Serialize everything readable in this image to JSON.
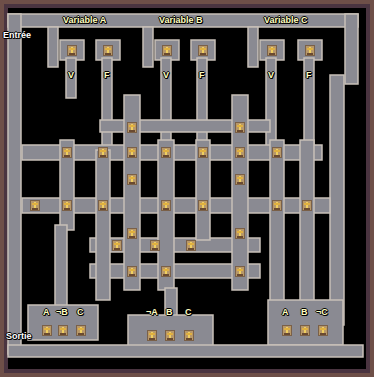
{
  "diagram": {
    "labels": [
      "Entrée",
      "Variable A",
      "Variable B",
      "Variable C",
      "V",
      "F",
      "V",
      "F",
      "V",
      "F",
      "A",
      "¬B",
      "C",
      "¬A",
      "B",
      "C",
      "A",
      "B",
      "¬C",
      "Sortie"
    ]
  }
}
